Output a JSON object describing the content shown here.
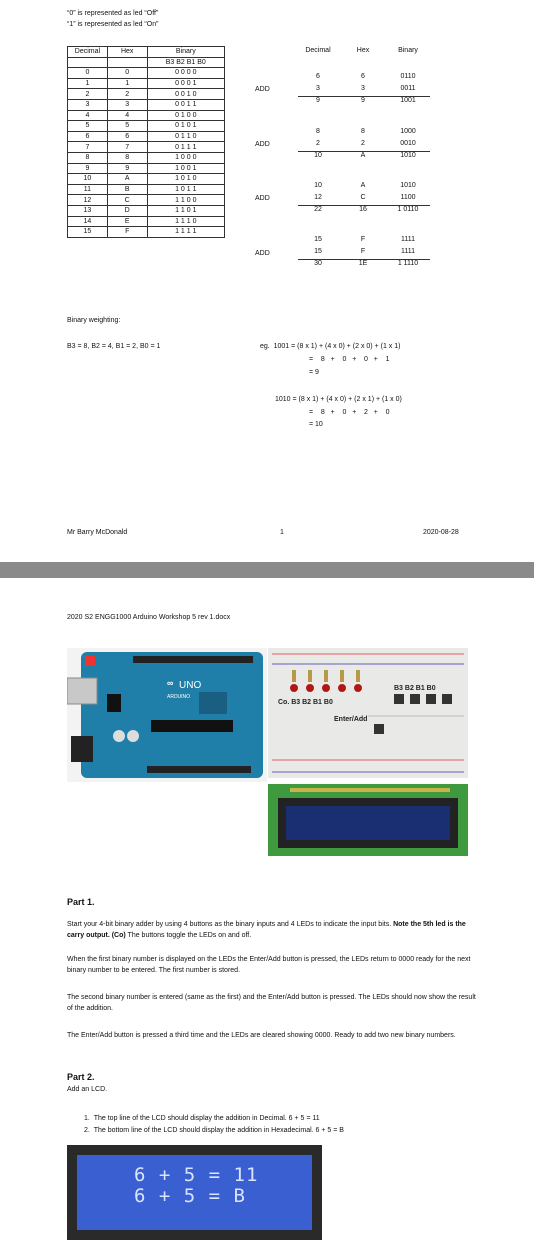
{
  "page1": {
    "intro_line1": "“0” is represented as led “Off”",
    "intro_line2": "“1” is represented as led “On”",
    "table_headers": [
      "Decimal",
      "Hex",
      "Binary"
    ],
    "table_subheader": "B3 B2 B1 B0",
    "rows": [
      [
        "0",
        "0",
        "0 0 0 0"
      ],
      [
        "1",
        "1",
        "0 0 0 1"
      ],
      [
        "2",
        "2",
        "0 0 1 0"
      ],
      [
        "3",
        "3",
        "0 0 1 1"
      ],
      [
        "4",
        "4",
        "0 1 0 0"
      ],
      [
        "5",
        "5",
        "0 1 0 1"
      ],
      [
        "6",
        "6",
        "0 1 1 0"
      ],
      [
        "7",
        "7",
        "0 1 1 1"
      ],
      [
        "8",
        "8",
        "1 0 0 0"
      ],
      [
        "9",
        "9",
        "1 0 0 1"
      ],
      [
        "10",
        "A",
        "1 0 1 0"
      ],
      [
        "11",
        "B",
        "1 0 1 1"
      ],
      [
        "12",
        "C",
        "1 1 0 0"
      ],
      [
        "13",
        "D",
        "1 1 0 1"
      ],
      [
        "14",
        "E",
        "1 1 1 0"
      ],
      [
        "15",
        "F",
        "1 1 1 1"
      ]
    ],
    "add_label": "ADD",
    "right_headers": [
      "Decimal",
      "Hex",
      "Binary"
    ],
    "right_groups": [
      [
        [
          "6",
          "6",
          "0110"
        ],
        [
          "3",
          "3",
          "0011"
        ],
        [
          "9",
          "9",
          "1001"
        ]
      ],
      [
        [
          "8",
          "8",
          "1000"
        ],
        [
          "2",
          "2",
          "0010"
        ],
        [
          "10",
          "A",
          "1010"
        ]
      ],
      [
        [
          "10",
          "A",
          "1010"
        ],
        [
          "12",
          "C",
          "1100"
        ],
        [
          "22",
          "16",
          "1 0110"
        ]
      ],
      [
        [
          "15",
          "F",
          "1111"
        ],
        [
          "15",
          "F",
          "1111"
        ],
        [
          "30",
          "1E",
          "1 1110"
        ]
      ]
    ],
    "weighting_title": "Binary weighting:",
    "weighting_values": "B3 = 8, B2 = 4, B1 = 2, B0 = 1",
    "eg1_line1": "eg.  1001 = (8 x 1) + (4 x 0) + (2 x 0) + (1 x 1)",
    "eg1_line2": "=    8   +    0   +    0   +    1",
    "eg1_line3": "= 9",
    "eg2_line1": "1010 = (8 x 1) + (4 x 0) + (2 x 1) + (1 x 0)",
    "eg2_line2": "=    8   +    0   +    2   +    0",
    "eg2_line3": "= 10",
    "footer_author": "Mr Barry McDonald",
    "footer_page": "1",
    "footer_date": "2020-08-28"
  },
  "page2": {
    "header": "2020 S2 ENGG1000 Arduino Workshop 5 rev 1.docx",
    "arduino_text": "UNO",
    "arduino_brand": "ARDUINO",
    "breadboard_left_label": "Co. B3 B2 B1 B0",
    "breadboard_right_label": "B3 B2 B1 B0",
    "breadboard_button_label": "Enter/Add",
    "part1_title": "Part 1.",
    "part1_p1a": "Start your 4-bit binary adder by using 4 buttons as the binary inputs and 4 LEDs to indicate the input bits. ",
    "part1_p1b": "Note the 5th led is the carry output. (Co)",
    "part1_p1c": " The buttons toggle the LEDs on and off.",
    "part1_p2": "When the first binary number is displayed on the LEDs the Enter/Add button is pressed, the LEDs return to 0000 ready for the next binary number to be entered. The first number is stored.",
    "part1_p3": "The second binary number is entered (same as the first) and the Enter/Add button is pressed. The LEDs should now show the result of the addition.",
    "part1_p4": "The Enter/Add button is pressed a third time and the LEDs are cleared showing 0000. Ready to add two new binary numbers.",
    "part2_title": "Part 2.",
    "part2_sub": "Add an LCD.",
    "list_item1": "The top line of the LCD should display the addition in Decimal.  6 + 5 = 11",
    "list_item2": "The bottom line of the LCD should display the addition in Hexadecimal.  6 + 5 = B",
    "lcd_line1": "6 + 5 = 11",
    "lcd_line2": "6 + 5 = B"
  }
}
